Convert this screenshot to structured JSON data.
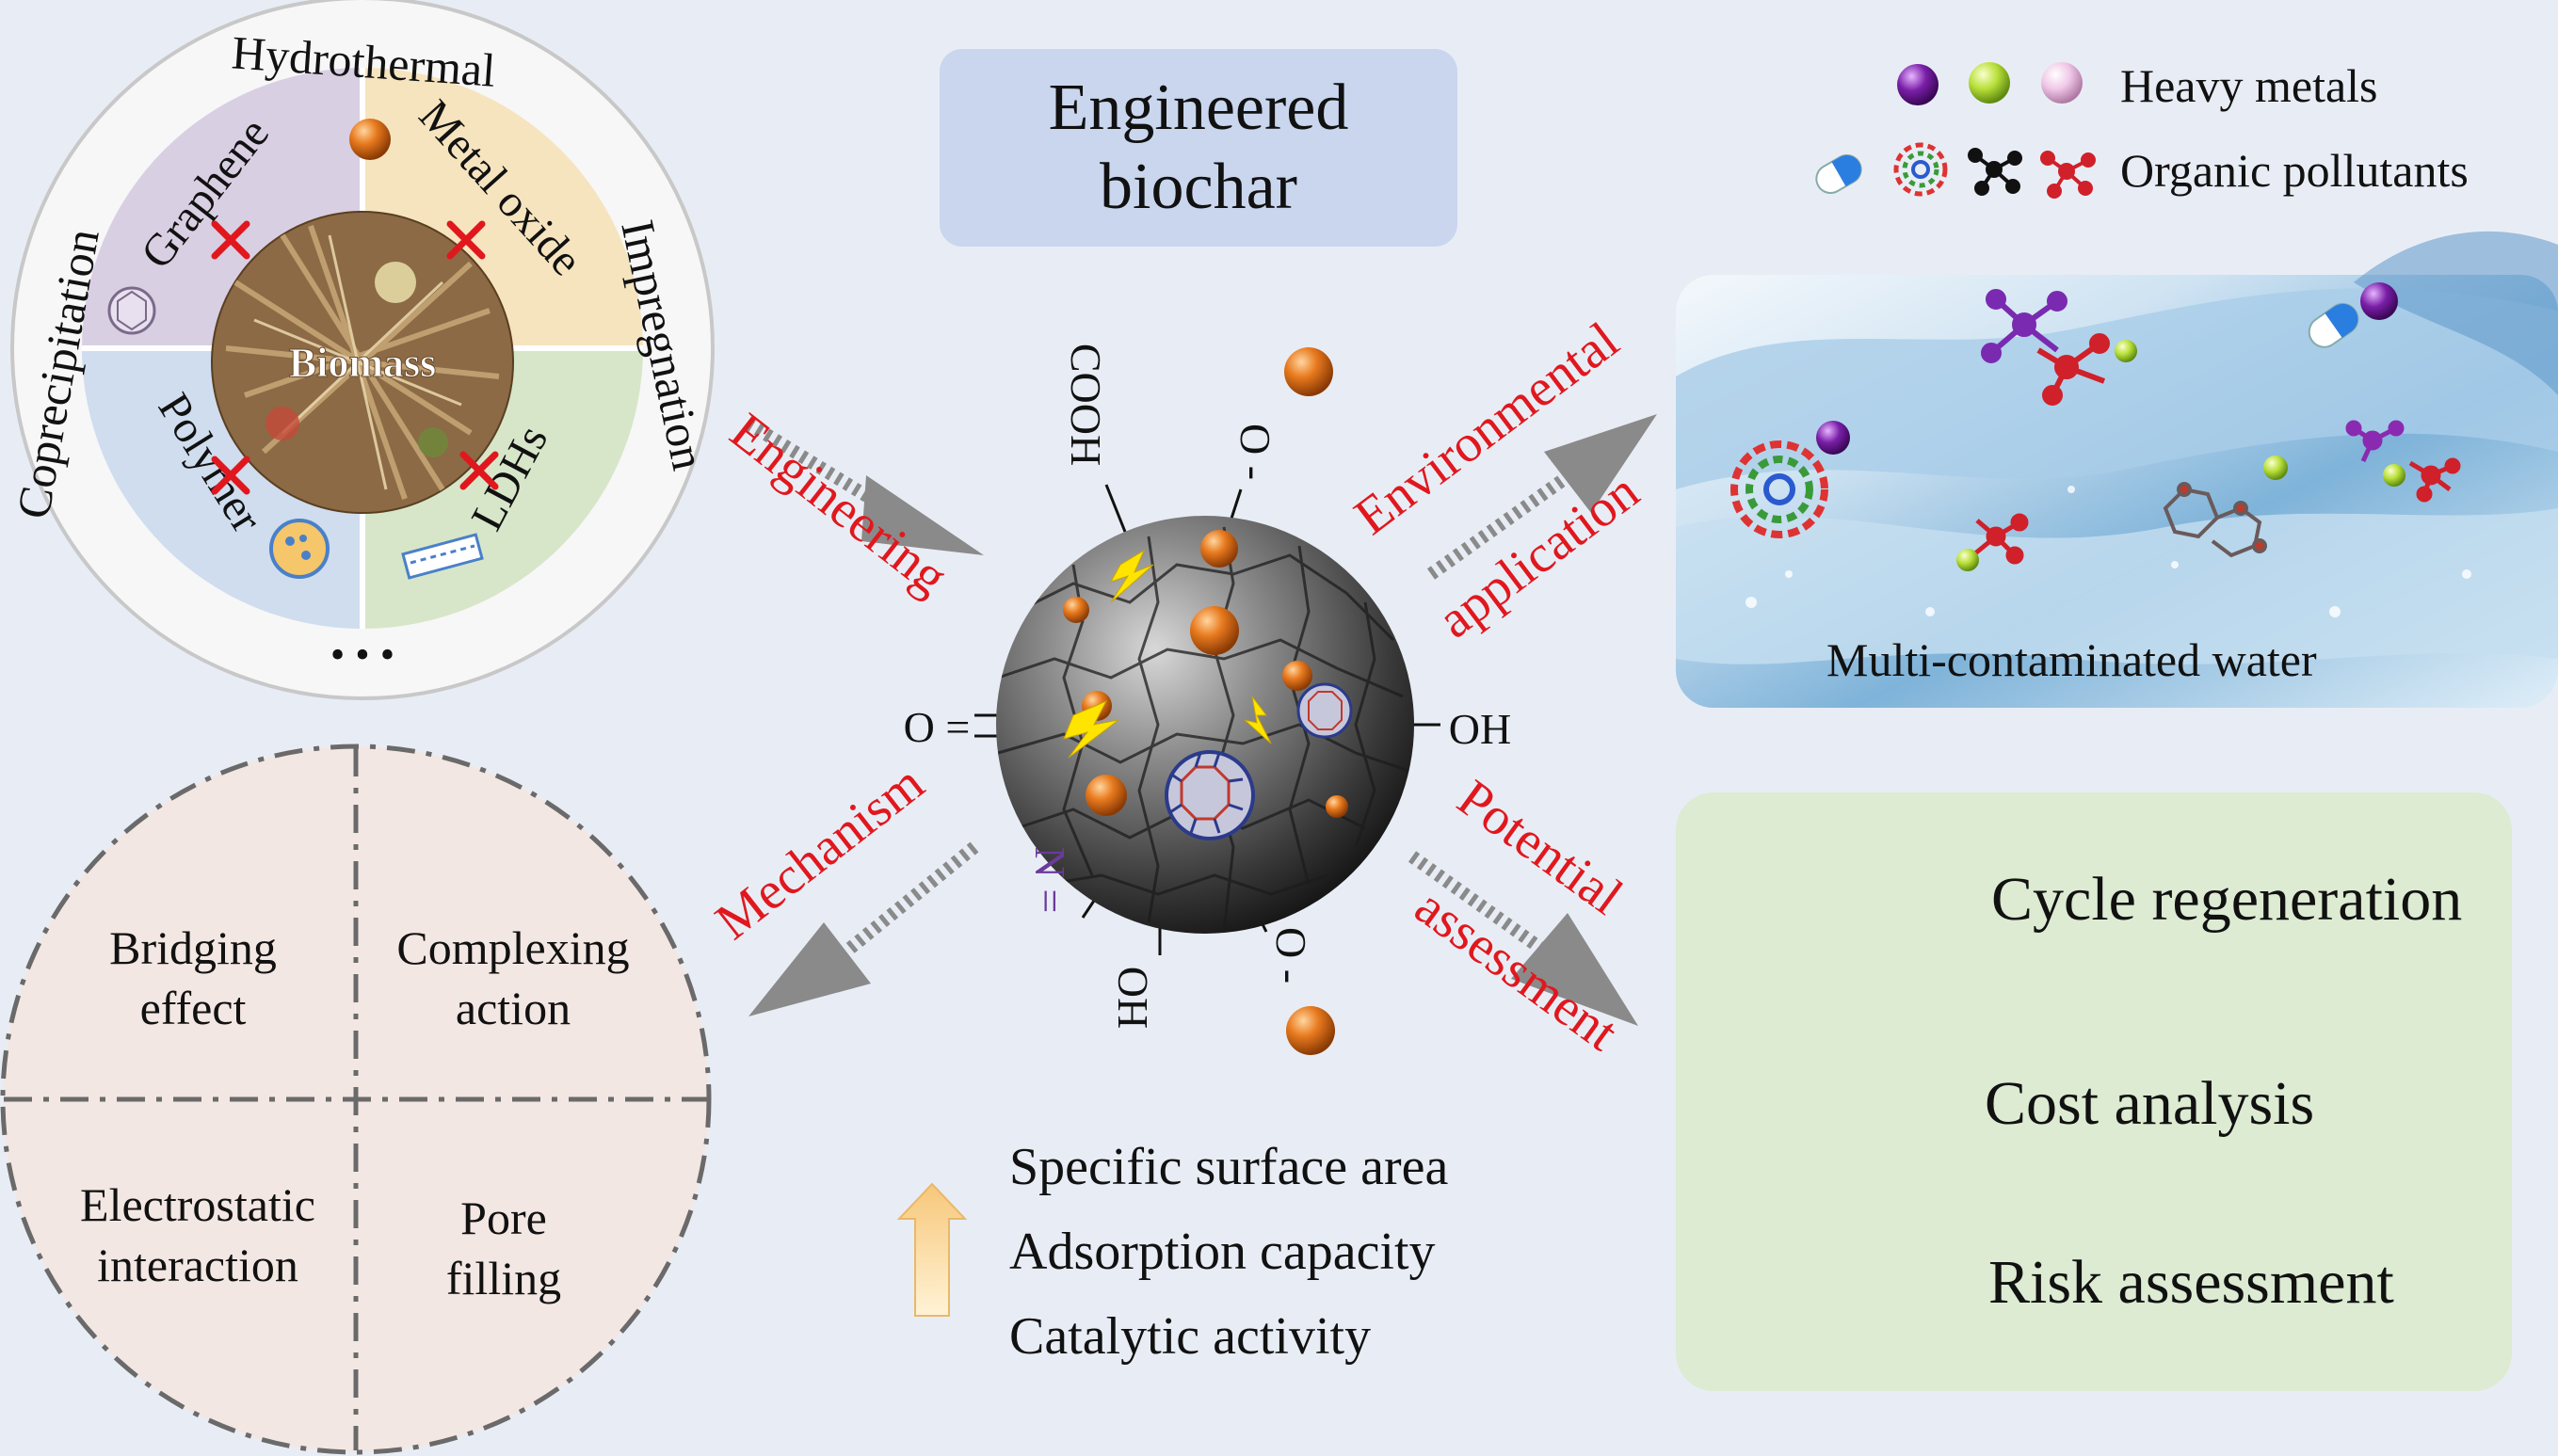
{
  "center_title": [
    "Engineered",
    "biochar"
  ],
  "synthesis": {
    "methods": [
      "Hydrothermal",
      "Impregnation",
      "Coprecipitation"
    ],
    "materials": [
      "Graphene",
      "Metal oxide",
      "Polymer",
      "LDHs"
    ],
    "core_label": "Biomass",
    "more": "• • •"
  },
  "functional_groups": [
    "COOH",
    "O -",
    "O =",
    "OH",
    "N =",
    "HO",
    "O -"
  ],
  "arrows": {
    "engineering": "Engineering",
    "environmental": [
      "Environmental",
      "application"
    ],
    "mechanism": "Mechanism",
    "potential": [
      "Potential",
      "assessment"
    ]
  },
  "legend": {
    "heavy_metals": "Heavy metals",
    "organic_pollutants": "Organic pollutants"
  },
  "water_label": "Multi-contaminated water",
  "mechanisms": [
    "Bridging effect",
    "Complexing action",
    "Electrostatic interaction",
    "Pore filling"
  ],
  "mechanism_lines": [
    [
      "Bridging",
      "effect"
    ],
    [
      "Complexing",
      "action"
    ],
    [
      "Electrostatic",
      "interaction"
    ],
    [
      "Pore",
      "filling"
    ]
  ],
  "properties": [
    "Specific surface area",
    "Adsorption capacity",
    "Catalytic activity"
  ],
  "assessment": [
    "Cycle regeneration",
    "Cost analysis",
    "Risk assessment"
  ],
  "colors": {
    "red_label": "#e0181e",
    "graphene_quad": "#d9cfe3",
    "metal_oxide_quad": "#f6e4bf",
    "polymer_quad": "#cfddee",
    "ldh_quad": "#d7e6c9",
    "title_box": "#c9d6ee",
    "assess_box": "#dcebd2",
    "mech_circle": "#f3e7e3",
    "icon_orange": "#f5a623"
  },
  "icons": [
    "cross-icon",
    "recycle-icon",
    "money-bag-icon",
    "report-shield-icon",
    "up-arrow-icon",
    "lightning-icon"
  ]
}
